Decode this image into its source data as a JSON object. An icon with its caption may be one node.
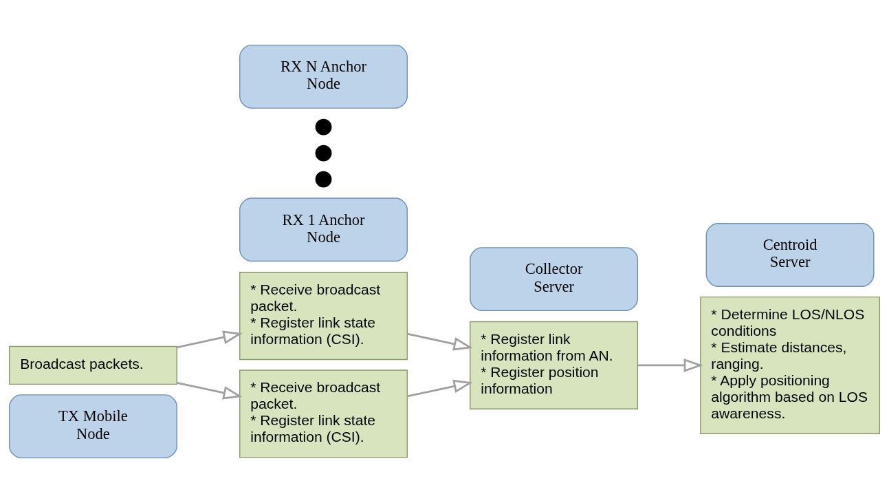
{
  "diagram": {
    "nodes": [
      {
        "text": [
          "TX Mobile Node"
        ]
      },
      {
        "text": [
          "Broadcast packets."
        ]
      },
      {
        "text": [
          "RX 1 Anchor Node"
        ]
      },
      {
        "text": [
          "* Receive broadcast packet. * Register link state information (CSI)."
        ]
      },
      {
        "text": [],
        "shape": "circle"
      },
      {
        "text": [],
        "shape": "circle"
      },
      {
        "text": [],
        "shape": "circle"
      },
      {
        "text": [
          "RX N Anchor Node"
        ]
      },
      {
        "text": [
          "* Receive broadcast packet. * Register link state information (CSI)."
        ]
      },
      {
        "text": [
          "Collector Server"
        ]
      },
      {
        "text": [
          "* Register link information from AN. * Register position information"
        ]
      },
      {
        "text": [
          "Centroid Server"
        ]
      },
      {
        "text": [
          "* Determine LOS/NLOS conditions * Estimate distances, ranging. * Apply positioning algorithm based on LOS awareness."
        ]
      }
    ],
    "edges": [
      {
        "from": 1,
        "to": 3,
        "arrow": "to"
      },
      {
        "from": 1,
        "to": 8,
        "arrow": "to"
      },
      {
        "from": 3,
        "to": 10,
        "arrow": "to"
      },
      {
        "from": 8,
        "to": 10,
        "arrow": "to"
      },
      {
        "from": 10,
        "to": 12,
        "arrow": "to"
      }
    ]
  }
}
